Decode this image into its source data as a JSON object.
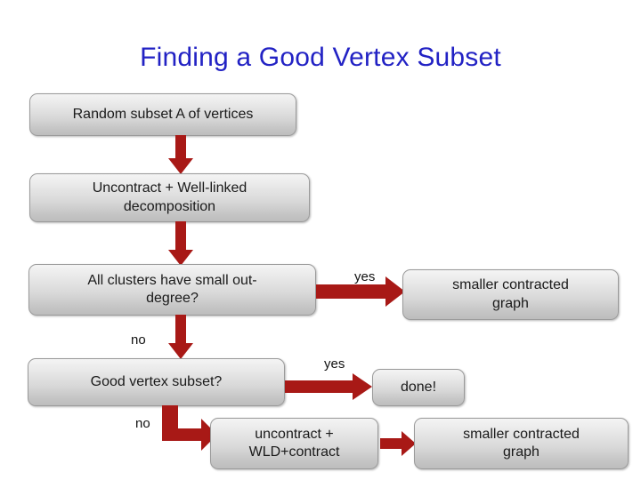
{
  "slide": {
    "title": "Finding a Good Vertex Subset",
    "title_color": "#2222c4",
    "background_color": "#ffffff",
    "arrow_color": "#a81916",
    "node_border_color": "#9a9a9a",
    "node_fill_top": "#f4f4f4",
    "node_fill_bottom": "#bdbdbd"
  },
  "nodes": {
    "random_subset": "Random subset A of vertices",
    "uncontract_wld": "Uncontract + Well-linked decomposition",
    "small_outdegree": "All clusters have small out-degree?",
    "smaller_contracted_top": "smaller contracted graph",
    "good_vertex_subset": "Good vertex subset?",
    "done": "done!",
    "uncontract_contract": "uncontract + WLD+contract",
    "smaller_contracted_bottom": "smaller contracted graph"
  },
  "node_lines": {
    "uncontract_wld_line1": "Uncontract + Well-linked",
    "uncontract_wld_line2": "decomposition",
    "small_outdegree_line1": "All clusters have small out-",
    "small_outdegree_line2": "degree?",
    "smaller_contracted_top_line1": "smaller contracted",
    "smaller_contracted_top_line2": "graph",
    "uncontract_contract_line1": "uncontract +",
    "uncontract_contract_line2": "WLD+contract",
    "smaller_contracted_bottom_line1": "smaller contracted",
    "smaller_contracted_bottom_line2": "graph"
  },
  "edge_labels": {
    "yes_outdegree": "yes",
    "no_outdegree": "no",
    "yes_subset": "yes",
    "no_subset": "no"
  }
}
